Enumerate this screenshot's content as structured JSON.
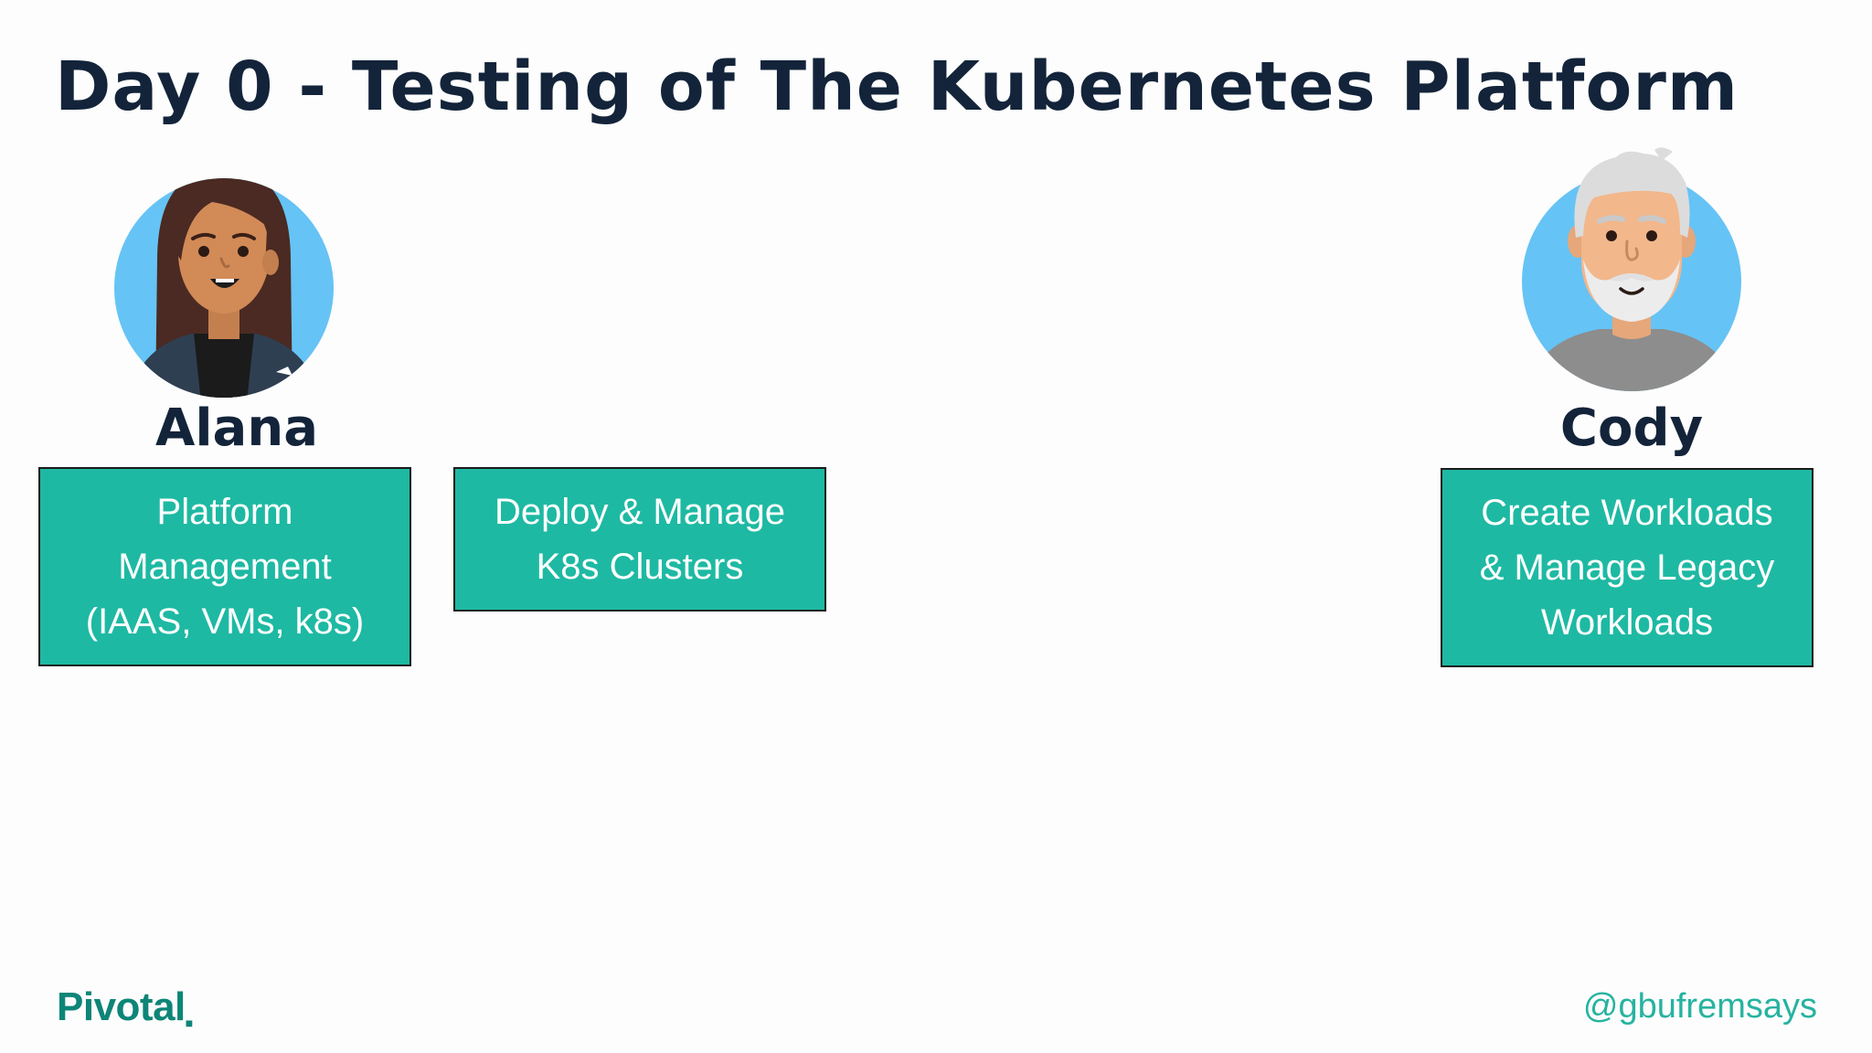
{
  "slide": {
    "title": "Day 0 - Testing of The Kubernetes Platform",
    "people": {
      "alana": {
        "name": "Alana",
        "avatar_icon": "woman-avatar-icon"
      },
      "cody": {
        "name": "Cody",
        "avatar_icon": "bearded-man-avatar-icon"
      }
    },
    "boxes": {
      "platform": [
        "Platform",
        "Management",
        "(IAAS, VMs, k8s)"
      ],
      "deploy": [
        "Deploy & Manage",
        "K8s Clusters"
      ],
      "workload": [
        "Create Workloads",
        "& Manage Legacy",
        "Workloads"
      ]
    },
    "footer": {
      "logo": "Pivotal",
      "handle": "@gbufremsays"
    }
  },
  "colors": {
    "title": "#13243a",
    "box_fill": "#1eb9a3",
    "box_text": "#ffffff",
    "brand": "#0d8577",
    "handle": "#26b3a0",
    "avatar_background": "#66c3f5"
  }
}
